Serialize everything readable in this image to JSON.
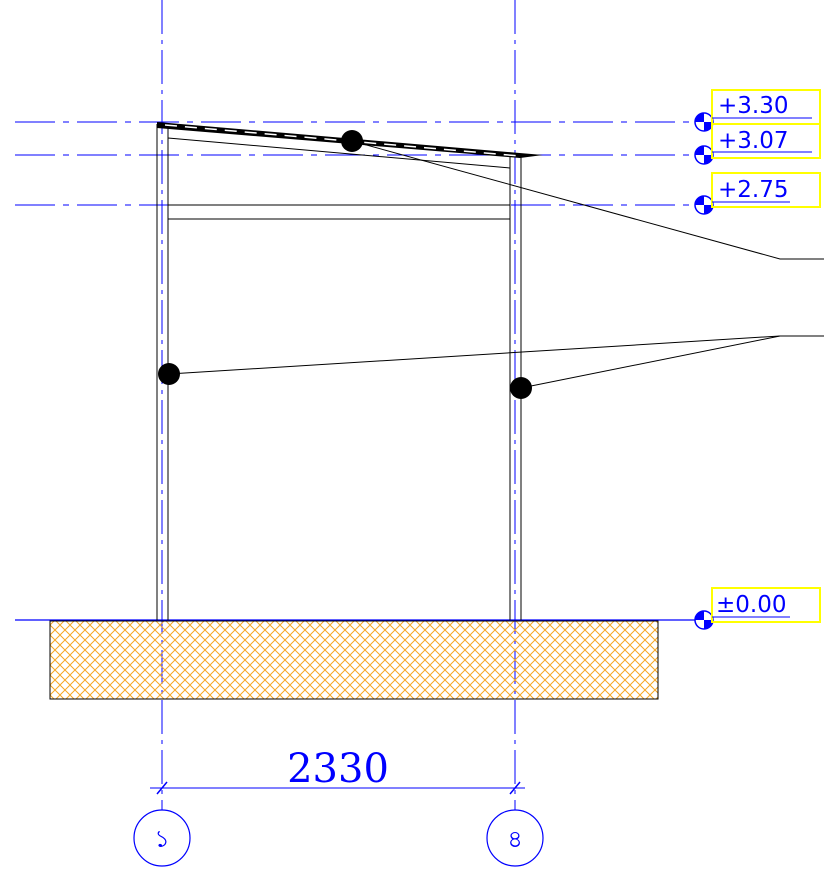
{
  "levels": [
    {
      "id": "roof_top",
      "label": "+3.30"
    },
    {
      "id": "roof_low",
      "label": "+3.07"
    },
    {
      "id": "beam",
      "label": "+2.75"
    },
    {
      "id": "ground",
      "label": "±0.00"
    }
  ],
  "dimension": {
    "label": "2330"
  },
  "axes": [
    {
      "id": "left",
      "label": "১"
    },
    {
      "id": "right",
      "label": "৪"
    }
  ],
  "colors": {
    "gridline": "#0000ff",
    "level_box": "#ffff00",
    "hatch": "#f5a623",
    "structure": "#000000"
  }
}
